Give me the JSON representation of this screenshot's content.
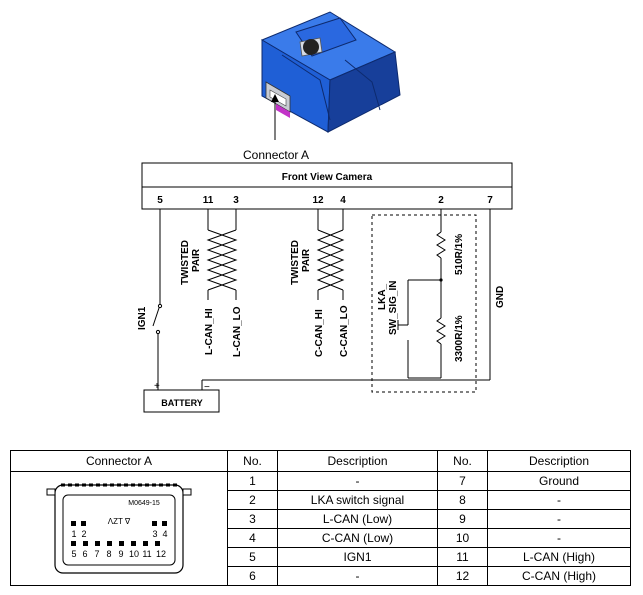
{
  "camera_label": "Connector A",
  "module_title": "Front View Camera",
  "pins": {
    "p5": "5",
    "p11": "11",
    "p3": "3",
    "p12": "12",
    "p4": "4",
    "p2": "2",
    "p7": "7"
  },
  "twisted_pair_1": [
    "TWISTED",
    "PAIR"
  ],
  "twisted_pair_2": [
    "TWISTED",
    "PAIR"
  ],
  "signals": {
    "ign1": "IGN1",
    "l_can_hi": "L-CAN_HI",
    "l_can_lo": "L-CAN_LO",
    "c_can_hi": "C-CAN_HI",
    "c_can_lo": "C-CAN_LO",
    "lka_line1": "LKA_",
    "lka_line2": "SW_SIG_IN",
    "r1": "510R/1%",
    "r2": "3300R/1%",
    "gnd": "GND"
  },
  "battery": {
    "label": "BATTERY",
    "plus": "+",
    "minus": "−"
  },
  "connector_drawing": {
    "part_no": "M0649-15",
    "inverted_text": "ΛZT ∇",
    "top_row": [
      "1",
      "2",
      "3",
      "4"
    ],
    "bottom_row": [
      "5",
      "6",
      "7",
      "8",
      "9",
      "10",
      "11",
      "12"
    ]
  },
  "table": {
    "headers": [
      "Connector A",
      "No.",
      "Description",
      "No.",
      "Description"
    ],
    "rows": [
      [
        "1",
        "-",
        "7",
        "Ground"
      ],
      [
        "2",
        "LKA switch signal",
        "8",
        "-"
      ],
      [
        "3",
        "L-CAN (Low)",
        "9",
        "-"
      ],
      [
        "4",
        "C-CAN (Low)",
        "10",
        "-"
      ],
      [
        "5",
        "IGN1",
        "11",
        "L-CAN (High)"
      ],
      [
        "6",
        "-",
        "12",
        "C-CAN (High)"
      ]
    ]
  },
  "colors": {
    "camera_body": "#1f5fd6",
    "camera_dark": "#173f9a",
    "connector_tab": "#c233c8"
  }
}
